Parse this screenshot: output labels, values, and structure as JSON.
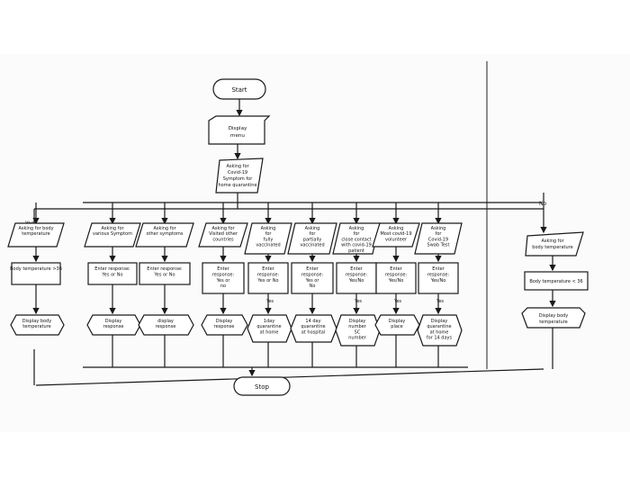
{
  "flowchart": {
    "start": "Start",
    "display_menu": [
      "Display",
      "menu"
    ],
    "asking_home": [
      "Asking for",
      "Covid-19",
      "Symptom for",
      "home quarantine"
    ],
    "yes_left": "Yes",
    "no_right": "No",
    "stop": "Stop",
    "columns": [
      {
        "input": [
          "Asking for body",
          "temperature"
        ],
        "process": [
          "Body temperature >36"
        ],
        "output": [
          "Display body",
          "temperature"
        ]
      },
      {
        "input": [
          "Asking for",
          "various Symptom"
        ],
        "process": [
          "Enter response:",
          "Yes or No"
        ],
        "output": [
          "Display",
          "response"
        ]
      },
      {
        "input": [
          "Asking for",
          "other symptoms"
        ],
        "process": [
          "Enter response:",
          "Yes or No"
        ],
        "output": [
          "display",
          "response"
        ]
      },
      {
        "input": [
          "Asking for",
          "Visited other",
          "countries"
        ],
        "process": [
          "Enter",
          "response:",
          "Yes or",
          "no"
        ],
        "output": [
          "Display",
          "response"
        ]
      },
      {
        "input": [
          "Asking",
          "for",
          "fully",
          "vaccinated"
        ],
        "process": [
          "Enter",
          "response:",
          "Yes or No"
        ],
        "yes": "Yes",
        "output": [
          "1day",
          "quarantine",
          "at home"
        ]
      },
      {
        "input": [
          "Asking",
          "for",
          "partially",
          "vaccinated"
        ],
        "process": [
          "Enter",
          "response:",
          "Yes or",
          "No"
        ],
        "output": [
          "14 day",
          "quarantine",
          "at hospital"
        ]
      },
      {
        "input": [
          "Asking",
          "for",
          "close contact",
          "with covid-19",
          "patient"
        ],
        "process": [
          "Enter",
          "response:",
          "Yes/No"
        ],
        "yes": "Yes",
        "output": [
          "Display",
          "number",
          "SC",
          "number"
        ]
      },
      {
        "input": [
          "Asking",
          "Most covid-19",
          "volunteer"
        ],
        "process": [
          "Enter",
          "response:",
          "Yes/No"
        ],
        "yes": "Yes",
        "output": [
          "Display",
          "place"
        ]
      },
      {
        "input": [
          "Asking",
          "for",
          "Covid-19",
          "Swab Test"
        ],
        "process": [
          "Enter",
          "response:",
          "Yes/No"
        ],
        "yes": "Yes",
        "output": [
          "Display",
          "quarantine",
          "at home",
          "for 14 days"
        ]
      }
    ],
    "right_branch": {
      "input": [
        "Asking for",
        "body temperature"
      ],
      "process": [
        "Body temperature < 36"
      ],
      "output": [
        "Display body",
        "temperature"
      ]
    }
  }
}
